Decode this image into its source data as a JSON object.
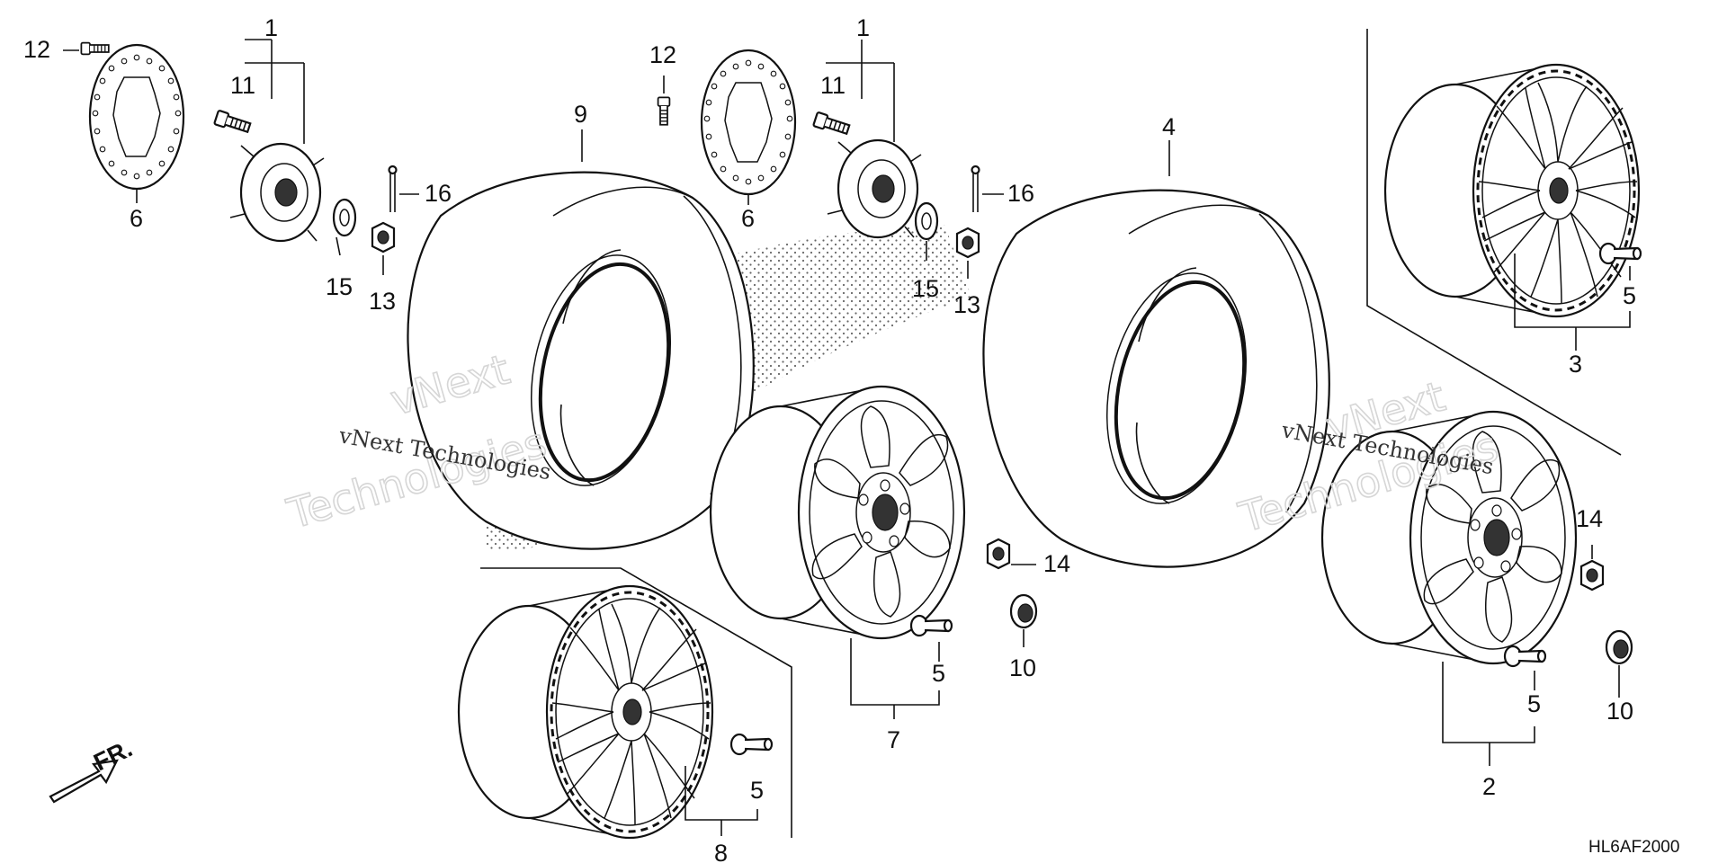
{
  "diagram_code": "HL6AF2000",
  "front_indicator": "FR.",
  "watermark": {
    "line1": "vNext",
    "line2": "Technologies",
    "inline": "vNext Technologies"
  },
  "callouts": {
    "c1a": "1",
    "c1b": "1",
    "c2": "2",
    "c3": "3",
    "c4": "4",
    "c5a": "5",
    "c5b": "5",
    "c5c": "5",
    "c5d": "5",
    "c6a": "6",
    "c6b": "6",
    "c7": "7",
    "c8": "8",
    "c9": "9",
    "c10a": "10",
    "c10b": "10",
    "c11a": "11",
    "c11b": "11",
    "c12a": "12",
    "c12b": "12",
    "c13a": "13",
    "c13b": "13",
    "c14a": "14",
    "c14b": "14",
    "c15a": "15",
    "c15b": "15",
    "c16a": "16",
    "c16b": "16"
  }
}
